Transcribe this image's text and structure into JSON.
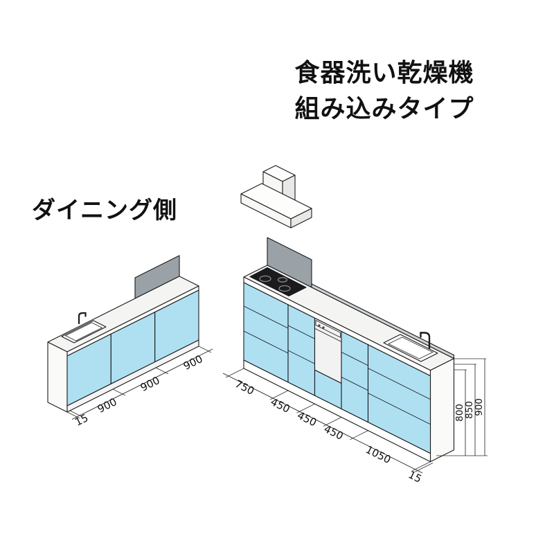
{
  "title": {
    "line1": "食器洗い乾燥機",
    "line2": "組み込みタイプ"
  },
  "side_label": "ダイニング側",
  "dining_view": {
    "dims": [
      "15",
      "900",
      "900",
      "900"
    ]
  },
  "front_view": {
    "dims": [
      "750",
      "450",
      "450",
      "450",
      "1050",
      "15"
    ],
    "heights": [
      "800",
      "850",
      "900"
    ]
  },
  "colors": {
    "cabinet_blue": "#aee0f2",
    "counter": "#f4f4f2",
    "end_panel": "#fafaf8",
    "toe_kick": "#f2f3f2",
    "dishwasher_front": "#f1f2f1",
    "dishwasher_control": "#dcdfde",
    "backguard_gray": "#9aa2a8",
    "rail_gray": "#ccd2d5",
    "hood_front": "#f7f7f5",
    "hood_side": "#e7e9e8",
    "hood_top": "#fdfdfc",
    "cooktop_black": "#1b1b1d",
    "line": "#1a1a1a"
  }
}
